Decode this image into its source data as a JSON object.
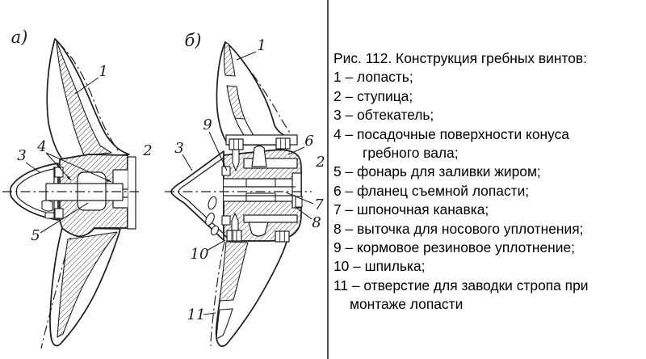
{
  "legend": {
    "title": "Рис. 112. Конструкция гребных винтов:",
    "items": [
      "1 – лопасть;",
      "2 – ступица;",
      "3 – обтекатель;",
      "4 – посадочные поверхности конуса\nгребного вала;",
      "5 – фонарь для заливки жиром;",
      "6 – фланец съемной лопасти;",
      "7 – шпоночная канавка;",
      "8 – выточка для носового уплотнения;",
      "9 – кормовое резиновое уплотнение;",
      "10 – шпилька;",
      "11 – отверстие для заводки стропа при\nмонтаже лопасти"
    ]
  },
  "diagram_a": {
    "tag": "а)",
    "callouts": [
      "1",
      "2",
      "3",
      "4",
      "5"
    ]
  },
  "diagram_b": {
    "tag": "б)",
    "callouts": [
      "1",
      "9",
      "3",
      "6",
      "2",
      "7",
      "8",
      "10",
      "11"
    ]
  },
  "colors": {
    "ink": "#1c1c1c",
    "divider": "#4f4f4f",
    "paper": "#ffffff"
  }
}
